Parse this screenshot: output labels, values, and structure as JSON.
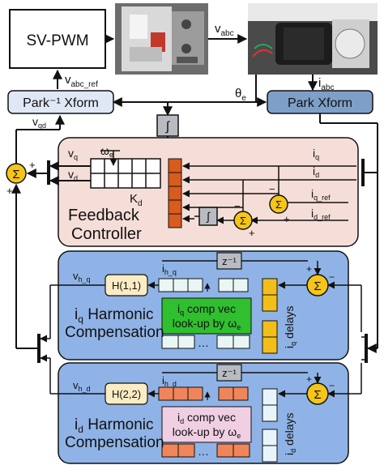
{
  "blocks": {
    "svpwm": "SV-PWM",
    "park_inv": "Park⁻¹ Xform",
    "park": "Park Xform",
    "feedback_line1": "Feedback",
    "feedback_line2": "Controller",
    "integrator": "∫",
    "sum": "Σ",
    "delay": "z⁻¹",
    "h11": "H(1,1)",
    "h22": "H(2,2)",
    "ellipsis": "…"
  },
  "signals": {
    "v_abc": "v",
    "v_abc_sub": "abc",
    "v_abc_ref": "v",
    "v_abc_ref_sub": "abc_ref",
    "i_abc": "i",
    "i_abc_sub": "abc",
    "theta_e": "θ",
    "theta_e_sub": "e",
    "v_qd": "v",
    "v_qd_sub": "qd",
    "v_q": "v",
    "v_q_sub": "q",
    "v_d": "v",
    "v_d_sub": "d",
    "omega_e": "ω",
    "omega_e_sub": "e",
    "K_d": "K",
    "K_d_sub": "d",
    "i_q": "i",
    "i_q_sub": "q",
    "i_d": "i",
    "i_d_sub": "d",
    "i_q_ref": "i",
    "i_q_ref_sub": "q_ref",
    "i_d_ref": "i",
    "i_d_ref_sub": "d_ref",
    "v_h_q": "v",
    "v_h_q_sub": "h_q",
    "v_h_d": "v",
    "v_h_d_sub": "h_d",
    "i_h_q": "i",
    "i_h_q_sub": "h_q",
    "i_h_d": "i",
    "i_h_d_sub": "h_d"
  },
  "harmonic_q": {
    "title_var": "i",
    "title_sub": "q",
    "title_rest": " Harmonic",
    "title_line2": "Compensation",
    "lookup_var": "i",
    "lookup_sub": "q",
    "lookup_rest": " comp vec",
    "lookup_line2": "look-up by ω",
    "lookup_line2_sub": "e",
    "delays_var": "i",
    "delays_sub": "q",
    "delays_rest": " delays"
  },
  "harmonic_d": {
    "title_var": "i",
    "title_sub": "d",
    "title_rest": " Harmonic",
    "title_line2": "Compensation",
    "lookup_var": "i",
    "lookup_sub": "d",
    "lookup_rest": " comp vec",
    "lookup_line2": "look-up by ω",
    "lookup_line2_sub": "e",
    "delays_var": "i",
    "delays_sub": "d",
    "delays_rest": " delays"
  },
  "signs": {
    "plus": "+",
    "minus": "−"
  },
  "colors": {
    "feedback_fill": "#f6ded8",
    "harmonic_fill": "#8fb3e6",
    "park_inv_fill": "#dfe8f4",
    "park_fill": "#7e9fc8",
    "sum_fill": "#f5c518",
    "h_fill": "#fcecc4",
    "orange_cell": "#d95b1e",
    "q_delay_cell": "#f2bf1a",
    "d_delay_cell": "#e8f4fb",
    "lookup_q_fill": "#2fbf2f",
    "lookup_d_fill": "#f0cfe3",
    "d_cells": "#f0855a",
    "q_cells": "#e9f6f4",
    "grey_block": "#b8bcc2"
  },
  "icons": {
    "inverter_photo": "motor-drive-inverter-photo",
    "motor_photo": "motor-test-bench-photo"
  }
}
